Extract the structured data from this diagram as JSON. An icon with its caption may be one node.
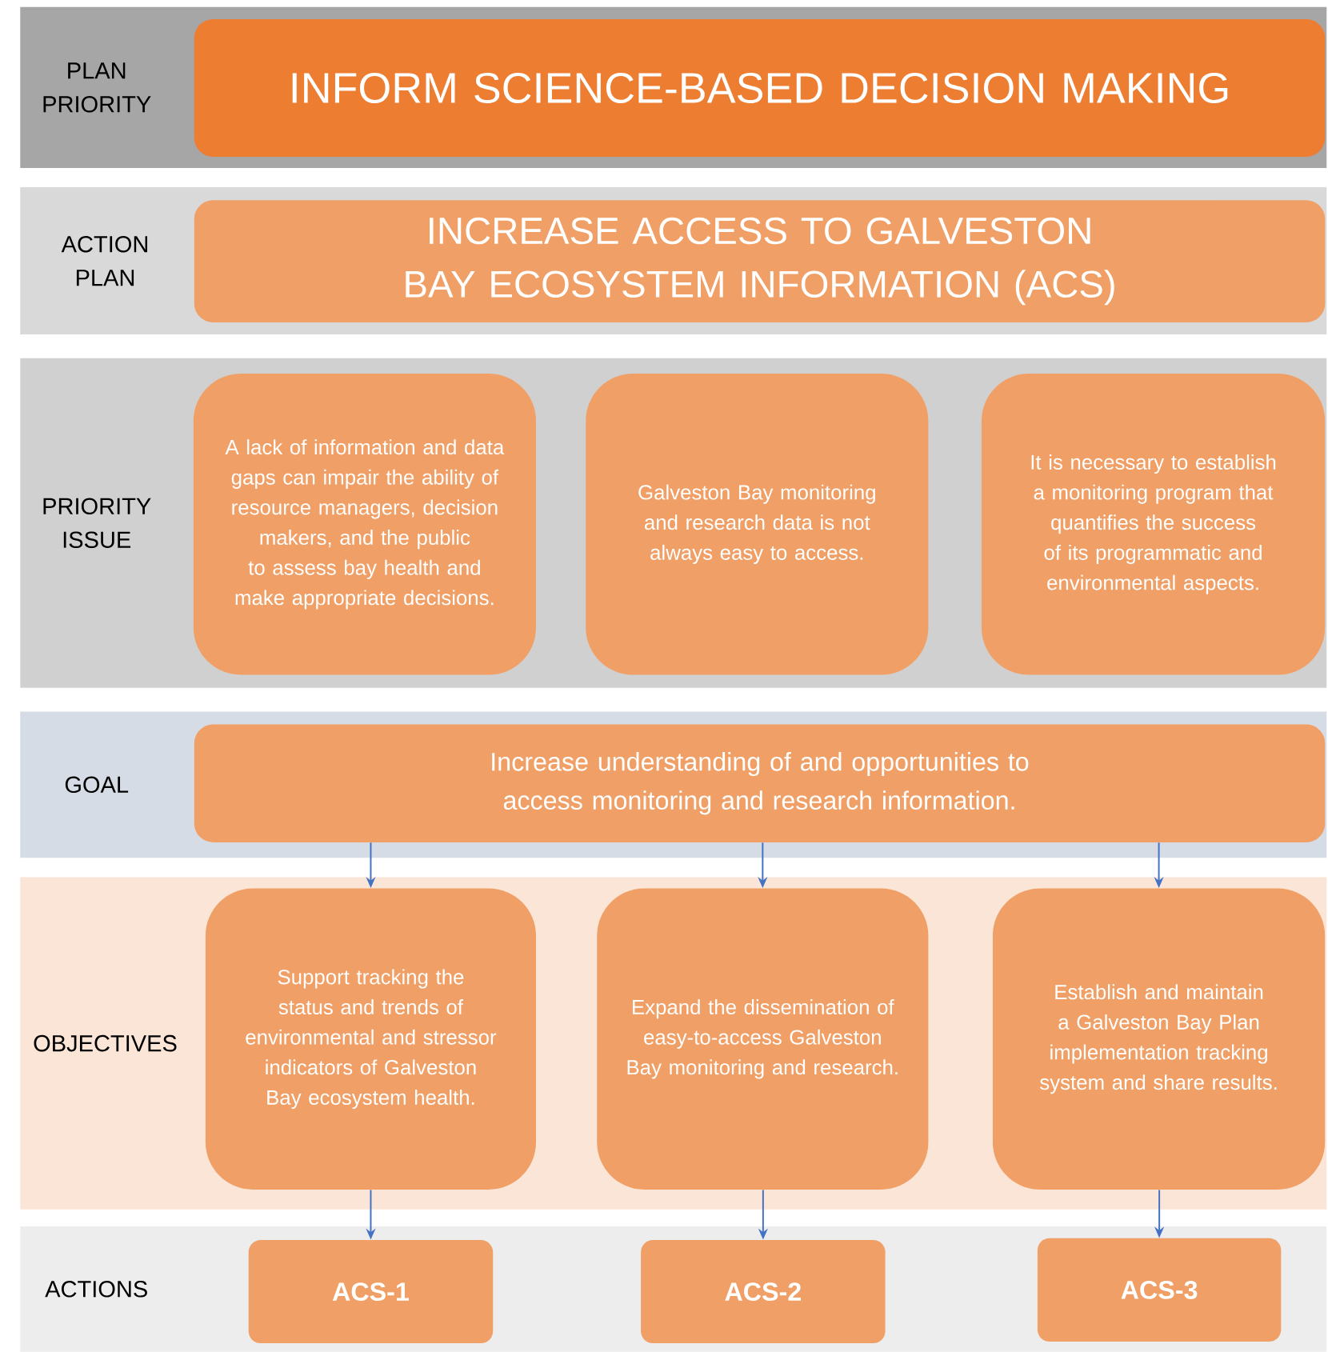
{
  "diagram": {
    "nodes": [
      {
        "text": [
          "PLAN PRIORITY"
        ]
      },
      {
        "text": [
          "INFORM SCIENCE-BASED DECISION MAKING"
        ],
        "in": 0
      },
      {
        "text": [
          "ACTION PLAN"
        ]
      },
      {
        "text": [
          "INCREASE ACCESS TO GALVESTON BAY ECOSYSTEM INFORMATION (ACS)"
        ],
        "in": 2
      },
      {
        "text": [
          "PRIORITY ISSUE"
        ]
      },
      {
        "text": [
          "A lack of information and data gaps can impair the ability of resource managers, decision makers, and the public to assess bay health and make appropriate decisions."
        ],
        "in": 4
      },
      {
        "text": [
          "Galveston Bay monitoring and research data is not always easy to access."
        ],
        "in": 4
      },
      {
        "text": [
          "It is necessary to establish a monitoring program that quantifies the success of its programmatic and environmental aspects."
        ],
        "in": 4
      },
      {
        "text": [
          "GOAL"
        ]
      },
      {
        "text": [
          "Increase understanding of and opportunities to access monitoring and research information."
        ],
        "in": 8
      },
      {
        "text": [
          "OBJECTIVES"
        ]
      },
      {
        "text": [
          "Support tracking the status and trends of environmental and stressor indicators of Galveston Bay ecosystem health."
        ],
        "in": 10
      },
      {
        "text": [
          "Expand the dissemination of easy-to-access Galveston Bay monitoring and research."
        ],
        "in": 10
      },
      {
        "text": [
          "Establish and maintain a Galveston Bay Plan implementation tracking system and share results."
        ],
        "in": 10
      },
      {
        "text": [
          "ACTIONS"
        ]
      },
      {
        "text": [
          "ACS-1"
        ],
        "in": 14
      },
      {
        "text": [
          "ACS-2"
        ],
        "in": 14
      },
      {
        "text": [
          "ACS-3"
        ],
        "in": 14
      }
    ],
    "edges": [
      {
        "from": 9,
        "to": 11,
        "arrow": "to"
      },
      {
        "from": 9,
        "to": 12,
        "arrow": "to"
      },
      {
        "from": 9,
        "to": 13,
        "arrow": "to"
      },
      {
        "from": 11,
        "to": 15,
        "arrow": "to"
      },
      {
        "from": 12,
        "to": 16,
        "arrow": "to"
      },
      {
        "from": 13,
        "to": 17,
        "arrow": "to"
      }
    ]
  }
}
